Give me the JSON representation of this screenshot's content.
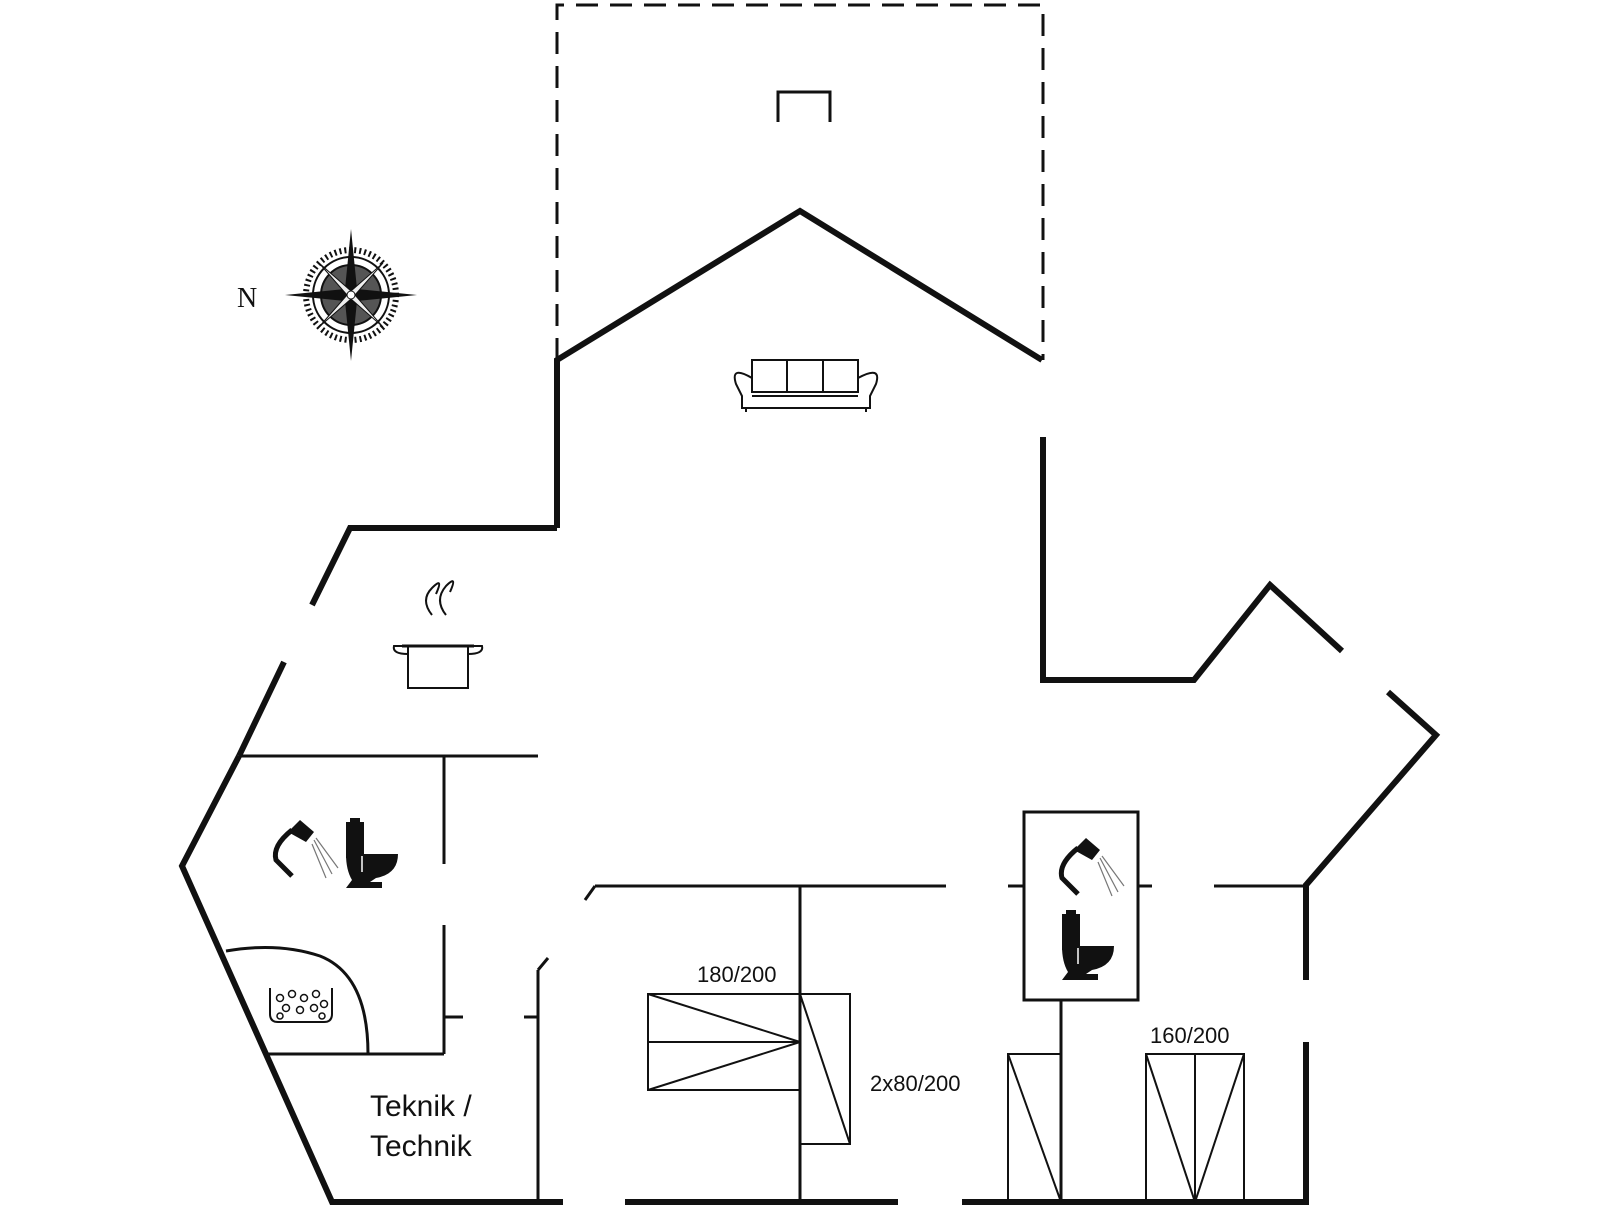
{
  "compass": {
    "north_label": "N"
  },
  "rooms": {
    "technik_line1": "Teknik /",
    "technik_line2": "Technik"
  },
  "beds": {
    "double_bed_label": "180/200",
    "twin_beds_label": "2x80/200",
    "double_bed_2_label": "160/200"
  },
  "icons": [
    "compass-rose-icon",
    "sofa-icon",
    "cooking-pot-icon",
    "shower-icon",
    "toilet-icon",
    "whirlpool-icon"
  ]
}
